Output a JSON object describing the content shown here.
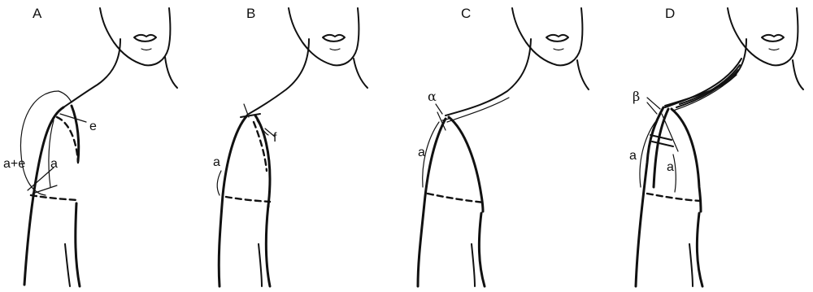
{
  "panels": [
    {
      "label": "A",
      "annotations": [
        "e",
        "a+e",
        "a"
      ]
    },
    {
      "label": "B",
      "annotations": [
        "f",
        "a"
      ]
    },
    {
      "label": "C",
      "annotations": [
        "α",
        "a"
      ]
    },
    {
      "label": "D",
      "annotations": [
        "β",
        "a",
        "a"
      ]
    }
  ]
}
